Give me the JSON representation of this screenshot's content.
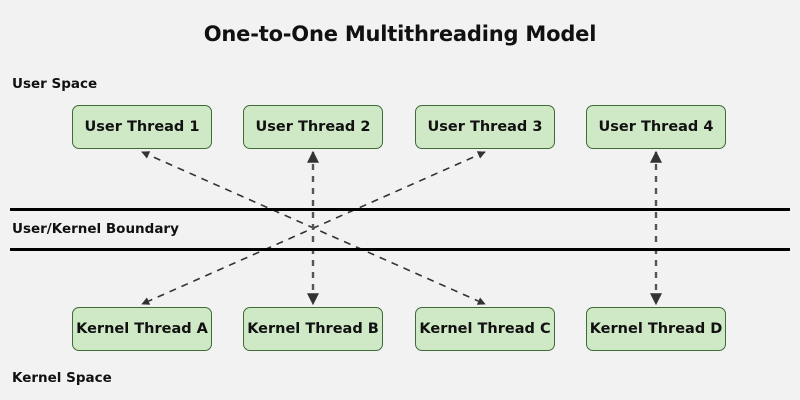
{
  "title": "One-to-One Multithreading Model",
  "labels": {
    "user_space": "User Space",
    "kernel_space": "Kernel Space",
    "boundary": "User/Kernel Boundary"
  },
  "colors": {
    "background": "#f2f2f2",
    "box_fill": "#cfe8c5",
    "box_border": "#3f6b36",
    "boundary_line": "#000000",
    "arrow": "#333333",
    "text": "#111111"
  },
  "user_threads": [
    {
      "id": "user-thread-1",
      "label": "User Thread 1"
    },
    {
      "id": "user-thread-2",
      "label": "User Thread 2"
    },
    {
      "id": "user-thread-3",
      "label": "User Thread 3"
    },
    {
      "id": "user-thread-4",
      "label": "User Thread 4"
    }
  ],
  "kernel_threads": [
    {
      "id": "kernel-thread-a",
      "label": "Kernel Thread A"
    },
    {
      "id": "kernel-thread-b",
      "label": "Kernel Thread B"
    },
    {
      "id": "kernel-thread-c",
      "label": "Kernel Thread C"
    },
    {
      "id": "kernel-thread-d",
      "label": "Kernel Thread D"
    }
  ],
  "chart_data": {
    "type": "diagram",
    "title": "One-to-One Multithreading Model",
    "mapping": "one-to-one",
    "connections": [
      {
        "from": "User Thread 1",
        "to": "Kernel Thread C",
        "style": "dashed",
        "arrowheads": "both"
      },
      {
        "from": "User Thread 2",
        "to": "Kernel Thread B",
        "style": "dashed",
        "arrowheads": "both"
      },
      {
        "from": "User Thread 3",
        "to": "Kernel Thread A",
        "style": "dashed",
        "arrowheads": "both"
      },
      {
        "from": "User Thread 4",
        "to": "Kernel Thread D",
        "style": "dashed",
        "arrowheads": "both"
      }
    ]
  }
}
